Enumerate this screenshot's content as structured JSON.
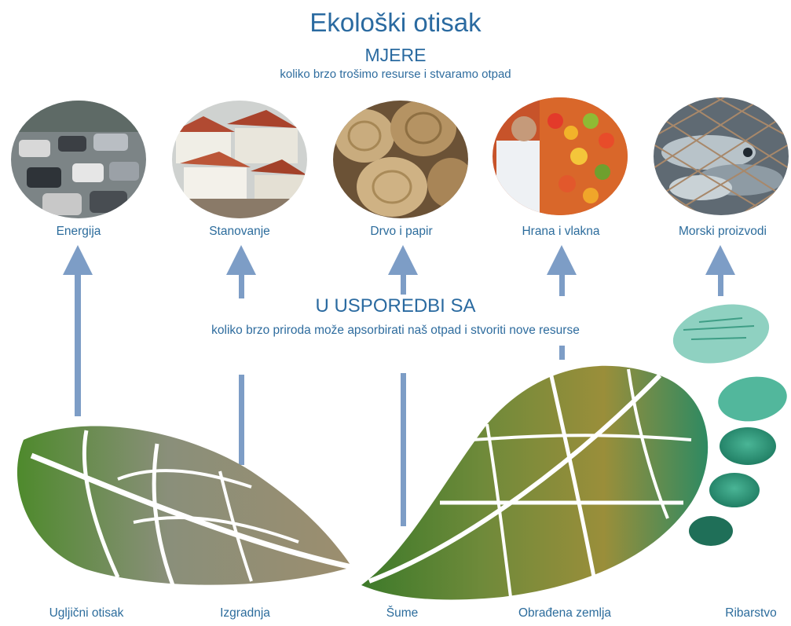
{
  "header": {
    "title": "Ekološki otisak",
    "subtitle": "MJERE",
    "caption": "koliko brzo trošimo resurse i stvaramo otpad"
  },
  "resources": [
    {
      "label": "Energija",
      "photo": "traffic-jam-photo"
    },
    {
      "label": "Stanovanje",
      "photo": "town-rooftops-photo"
    },
    {
      "label": "Drvo i papir",
      "photo": "cut-logs-photo"
    },
    {
      "label": "Hrana i vlakna",
      "photo": "food-market-photo"
    },
    {
      "label": "Morski proizvodi",
      "photo": "fish-net-photo"
    }
  ],
  "comparison": {
    "heading": "U USPOREDBI SA",
    "caption": "koliko brzo priroda može apsorbirati naš otpad i stvoriti nove resurse"
  },
  "capacities": [
    {
      "label": "Ugljični otisak"
    },
    {
      "label": "Izgradnja"
    },
    {
      "label": "Šume"
    },
    {
      "label": "Obrađena zemlja"
    },
    {
      "label": "Ribarstvo"
    }
  ],
  "colors": {
    "text": "#2a6aa0",
    "arrow": "#7d9dc6",
    "forest": "#4f8a2e",
    "sea": "#2a9a80"
  }
}
